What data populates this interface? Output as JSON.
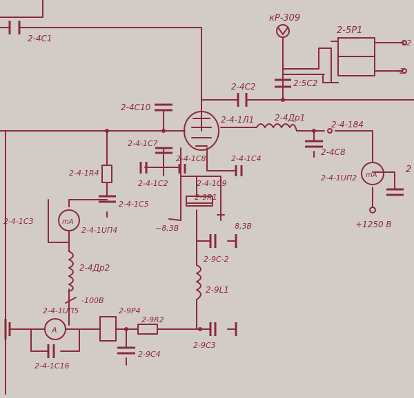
{
  "colors": {
    "paper": "#d3ccc6",
    "ink": "#8a2a3c"
  },
  "labels": {
    "c1": "2-4C1",
    "kp309": "кР-309",
    "p1": "2-5P1",
    "c10": "2-4C10",
    "c2": "2-4C2",
    "c2b": "2:5C2",
    "c7": "2-4-1C7",
    "l1": "2-4-1Л1",
    "dr1": "2-4Др1",
    "d184": "2-4-184",
    "c8": "2-4C8",
    "r4": "2-4-1R4",
    "c102": "2-4-1С2",
    "c8b": "2-4-1C8",
    "c4": "2-4-1C4",
    "c9": "2-4-1C9",
    "r1": "2-9R1",
    "c5": "2-4-1C5",
    "c3": "2-4-1C3",
    "un4": "2-4-1UП4",
    "un2": "2-4-1UП2",
    "v1250": "+1250 В",
    "v83a": "~8,3В",
    "v83b": "8,3В",
    "c92": "2-9C-2",
    "dr2": "2-4Др2",
    "l9": "2-9L1",
    "v100": "-100В",
    "un5": "2-4-1UП5",
    "p4": "2-9P4",
    "r2": "2-9R2",
    "c4b": "2-9C4",
    "c3b": "2-9C3",
    "c16": "2-4-1C16",
    "plus2": "+2",
    "minus2": "-2",
    "two": "2",
    "mA": "mA",
    "A": "A"
  }
}
